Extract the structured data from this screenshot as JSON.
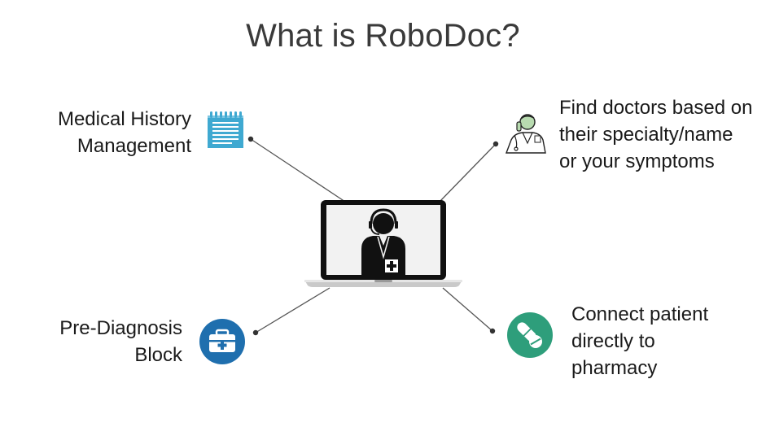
{
  "slide": {
    "title": "What is RoboDoc?"
  },
  "features": {
    "medical_history": {
      "lines": [
        "Medical History",
        "Management"
      ],
      "icon": "notepad-icon"
    },
    "find_doctors": {
      "lines": [
        "Find doctors based on",
        "their specialty/name",
        "or your symptoms"
      ],
      "icon": "doctor-phone-icon"
    },
    "pre_diagnosis": {
      "lines": [
        "Pre-Diagnosis",
        "Block"
      ],
      "icon": "first-aid-kit-icon"
    },
    "pharmacy": {
      "lines": [
        "Connect patient",
        "directly to",
        "pharmacy"
      ],
      "icon": "pills-icon"
    }
  },
  "center": {
    "icon": "laptop-doctor-icon"
  },
  "colors": {
    "connector": "#555555",
    "notepad": "#3fa9d1",
    "first_aid": "#1f6fae",
    "pills": "#2e9e7b",
    "laptop_body": "#111111"
  }
}
